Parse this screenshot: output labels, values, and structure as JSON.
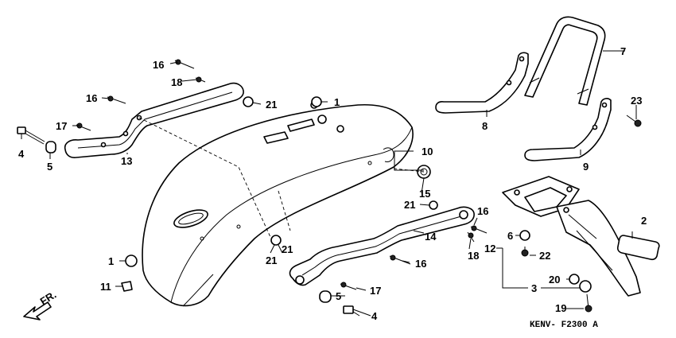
{
  "diagram": {
    "drawing_code": "KENV- F2300 A",
    "direction_label": "FR.",
    "callouts": {
      "c1a": "1",
      "c1b": "1",
      "c2": "2",
      "c3": "3",
      "c4a": "4",
      "c4b": "4",
      "c5a": "5",
      "c5b": "5",
      "c6": "6",
      "c7": "7",
      "c8": "8",
      "c9": "9",
      "c10": "10",
      "c11": "11",
      "c12": "12",
      "c13": "13",
      "c14": "14",
      "c15": "15",
      "c16a": "16",
      "c16b": "16",
      "c16c": "16",
      "c16d": "16",
      "c17a": "17",
      "c17b": "17",
      "c18a": "18",
      "c18b": "18",
      "c19": "19",
      "c20": "20",
      "c21a": "21",
      "c21b": "21",
      "c21c": "21",
      "c21d": "21",
      "c22": "22",
      "c23": "23"
    }
  }
}
